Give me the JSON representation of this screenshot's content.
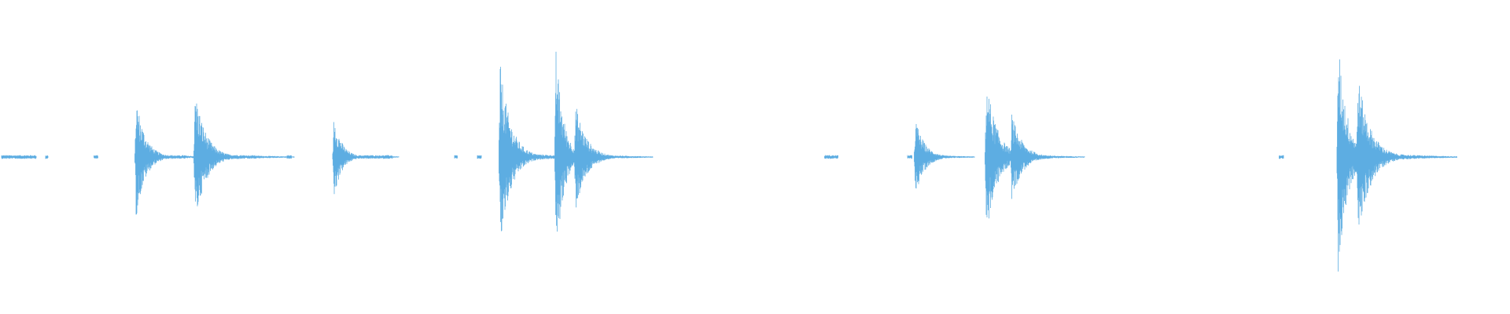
{
  "colors": {
    "background": "#ffffff",
    "wave": "#5dade2"
  },
  "waveform": {
    "bursts": [
      {
        "t": 0.09,
        "amp": 0.4,
        "decay": 0.006,
        "tail": 0.025
      },
      {
        "t": 0.129,
        "amp": 0.45,
        "decay": 0.007,
        "tail": 0.03
      },
      {
        "t": 0.221,
        "amp": 0.28,
        "decay": 0.005,
        "tail": 0.025
      },
      {
        "t": 0.331,
        "amp": 0.62,
        "decay": 0.007,
        "tail": 0.025
      },
      {
        "t": 0.368,
        "amp": 0.72,
        "decay": 0.005,
        "tail": 0.018
      },
      {
        "t": 0.381,
        "amp": 0.36,
        "decay": 0.007,
        "tail": 0.026
      },
      {
        "t": 0.606,
        "amp": 0.26,
        "decay": 0.006,
        "tail": 0.024
      },
      {
        "t": 0.653,
        "amp": 0.53,
        "decay": 0.007,
        "tail": 0.028
      },
      {
        "t": 0.67,
        "amp": 0.28,
        "decay": 0.007,
        "tail": 0.028
      },
      {
        "t": 0.886,
        "amp": 0.78,
        "decay": 0.006,
        "tail": 0.03
      },
      {
        "t": 0.899,
        "amp": 0.55,
        "decay": 0.008,
        "tail": 0.03
      }
    ],
    "faint_segments": [
      [
        0.001,
        0.024
      ],
      [
        0.03,
        0.032
      ],
      [
        0.062,
        0.065
      ],
      [
        0.119,
        0.123
      ],
      [
        0.16,
        0.17
      ],
      [
        0.19,
        0.193
      ],
      [
        0.235,
        0.26
      ],
      [
        0.301,
        0.303
      ],
      [
        0.316,
        0.319
      ],
      [
        0.546,
        0.555
      ],
      [
        0.601,
        0.604
      ],
      [
        0.691,
        0.696
      ],
      [
        0.847,
        0.85
      ],
      [
        0.92,
        0.935
      ]
    ]
  }
}
